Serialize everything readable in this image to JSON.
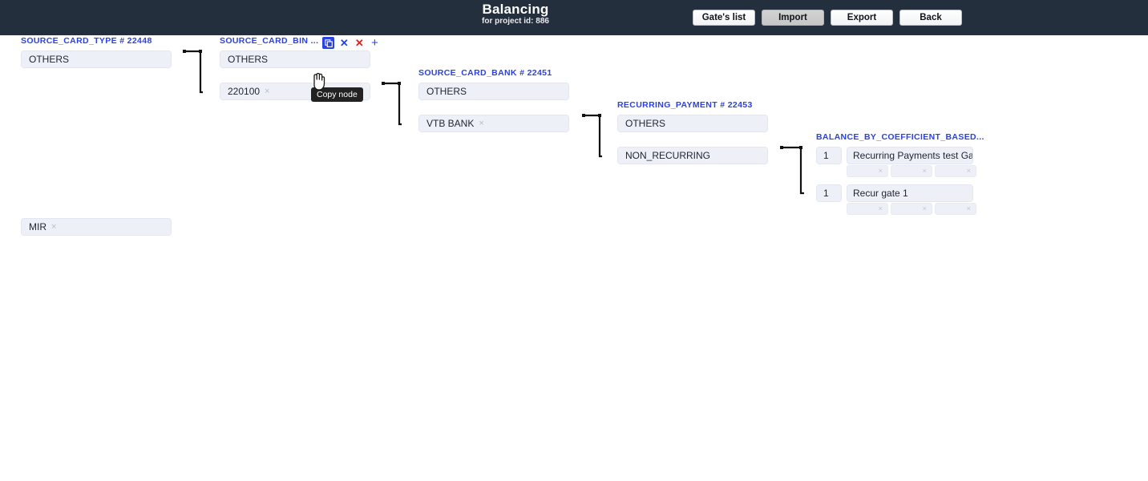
{
  "header": {
    "title": "Balancing",
    "subtitle": "for project id: 886",
    "buttons": [
      {
        "label": "Gate's list",
        "state": "normal"
      },
      {
        "label": "Import",
        "state": "hover"
      },
      {
        "label": "Export",
        "state": "normal"
      },
      {
        "label": "Back",
        "state": "normal"
      }
    ]
  },
  "tooltip": {
    "text": "Copy node"
  },
  "icons": {
    "copy": "copy-node-icon",
    "cut": "cut-node-icon",
    "delete": "delete-node-icon",
    "add": "add-node-icon",
    "cursor": "mouse-pointer-hand-icon"
  },
  "columns": [
    {
      "id": "source-card-type",
      "label": "SOURCE_CARD_TYPE # 22448",
      "has_toolbar": false,
      "fields": [
        {
          "value": "OTHERS",
          "removable": false
        },
        {
          "value": "MIR",
          "removable": true
        }
      ]
    },
    {
      "id": "source-card-bin",
      "label": "SOURCE_CARD_BIN ...",
      "has_toolbar": true,
      "fields": [
        {
          "value": "OTHERS",
          "removable": false
        },
        {
          "value": "220100",
          "removable": true
        }
      ]
    },
    {
      "id": "source-card-bank",
      "label": "SOURCE_CARD_BANK # 22451",
      "has_toolbar": false,
      "fields": [
        {
          "value": "OTHERS",
          "removable": false
        },
        {
          "value": "VTB BANK",
          "removable": true
        }
      ]
    },
    {
      "id": "recurring-payment",
      "label": "RECURRING_PAYMENT # 22453",
      "has_toolbar": false,
      "fields": [
        {
          "value": "OTHERS",
          "removable": false
        },
        {
          "value": "NON_RECURRING",
          "removable": false
        }
      ]
    }
  ],
  "gates_column": {
    "id": "balance-by-coefficient",
    "label": "BALANCE_BY_COEFFICIENT_BASED...",
    "rows": [
      {
        "coefficient": "1",
        "name": "Recurring Payments test Gate",
        "sub_cells": [
          {
            "value": "",
            "remove": "×"
          },
          {
            "value": "",
            "remove": "×"
          },
          {
            "value": "",
            "remove": "×"
          }
        ]
      },
      {
        "coefficient": "1",
        "name": "Recur gate 1",
        "sub_cells": [
          {
            "value": "",
            "remove": "×"
          },
          {
            "value": "",
            "remove": "×"
          },
          {
            "value": "",
            "remove": "×"
          }
        ]
      }
    ]
  },
  "chip_remove_glyph": "×",
  "colors": {
    "topbar_bg": "#242f3e",
    "label_blue": "#2b42e0",
    "field_bg": "#eef0f8",
    "delete_red": "#e02020",
    "tooltip_bg": "#222222"
  }
}
